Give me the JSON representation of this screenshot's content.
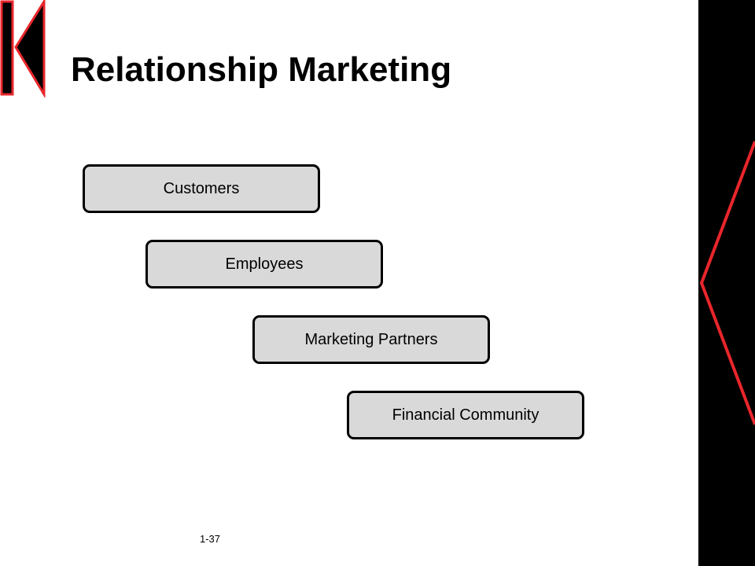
{
  "slide": {
    "title": "Relationship Marketing",
    "page_number": "1-37"
  },
  "diagram": {
    "boxes": [
      {
        "label": "Customers"
      },
      {
        "label": "Employees"
      },
      {
        "label": "Marketing Partners"
      },
      {
        "label": "Financial Community"
      }
    ]
  },
  "colors": {
    "accent": "#e8262b",
    "band": "#000000",
    "box_fill": "#d9d9d9",
    "box_border": "#000000"
  },
  "icons": {
    "logo": "k-logo-icon"
  }
}
